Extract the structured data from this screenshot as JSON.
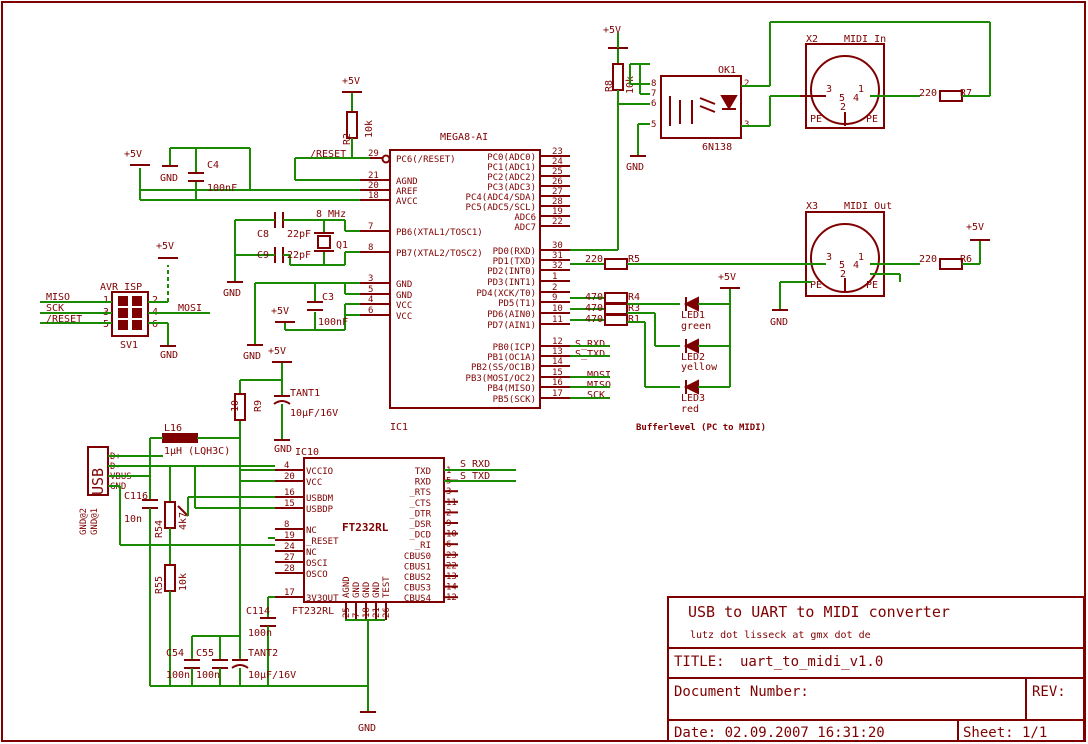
{
  "titleblock": {
    "heading": "USB to UART to MIDI converter",
    "email": "lutz dot lisseck at gmx dot de",
    "title_label": "TITLE:",
    "title_value": "uart_to_midi_v1.0",
    "docnum_label": "Document Number:",
    "rev_label": "REV:",
    "date_text": "Date: 02.09.2007 16:31:20",
    "sheet_text": "Sheet: 1/1"
  },
  "ic1": {
    "name": "MEGA8-AI",
    "ref": "IC1",
    "left_pins": [
      {
        "num": "29",
        "name": "PC6(/RESET)"
      },
      {
        "num": "21",
        "name": "AGND"
      },
      {
        "num": "20",
        "name": "AREF"
      },
      {
        "num": "18",
        "name": "AVCC"
      },
      {
        "num": "7",
        "name": "PB6(XTAL1/TOSC1)"
      },
      {
        "num": "8",
        "name": "PB7(XTAL2/TOSC2)"
      },
      {
        "num": "3",
        "name": "GND"
      },
      {
        "num": "5",
        "name": "GND"
      },
      {
        "num": "4",
        "name": "VCC"
      },
      {
        "num": "6",
        "name": "VCC"
      }
    ],
    "right_pins": [
      {
        "num": "23",
        "name": "PC0(ADC0)"
      },
      {
        "num": "24",
        "name": "PC1(ADC1)"
      },
      {
        "num": "25",
        "name": "PC2(ADC2)"
      },
      {
        "num": "26",
        "name": "PC3(ADC3)"
      },
      {
        "num": "27",
        "name": "PC4(ADC4/SDA)"
      },
      {
        "num": "28",
        "name": "PC5(ADC5/SCL)"
      },
      {
        "num": "19",
        "name": "ADC6"
      },
      {
        "num": "22",
        "name": "ADC7"
      },
      {
        "num": "30",
        "name": "PD0(RXD)"
      },
      {
        "num": "31",
        "name": "PD1(TXD)"
      },
      {
        "num": "32",
        "name": "PD2(INT0)"
      },
      {
        "num": "1",
        "name": "PD3(INT1)"
      },
      {
        "num": "2",
        "name": "PD4(XCK/T0)"
      },
      {
        "num": "9",
        "name": "PD5(T1)"
      },
      {
        "num": "10",
        "name": "PD6(AIN0)"
      },
      {
        "num": "11",
        "name": "PD7(AIN1)"
      },
      {
        "num": "12",
        "name": "PB0(ICP)"
      },
      {
        "num": "13",
        "name": "PB1(OC1A)"
      },
      {
        "num": "14",
        "name": "PB2(SS/OC1B)"
      },
      {
        "num": "15",
        "name": "PB3(MOSI/OC2)"
      },
      {
        "num": "16",
        "name": "PB4(MISO)"
      },
      {
        "num": "17",
        "name": "PB5(SCK)"
      }
    ],
    "net_labels": {
      "reset": "/RESET",
      "s_rxd": "S_RXD",
      "s_txd": "S_TXD",
      "mosi": "MOSI",
      "miso": "MISO",
      "sck": "SCK"
    }
  },
  "ic10": {
    "name": "FT232RL",
    "ref": "IC10",
    "part": "FT232RL",
    "left_pins": [
      {
        "num": "4",
        "name": "VCCIO"
      },
      {
        "num": "20",
        "name": "VCC"
      },
      {
        "num": "16",
        "name": "USBDM"
      },
      {
        "num": "15",
        "name": "USBDP"
      },
      {
        "num": "8",
        "name": "NC"
      },
      {
        "num": "19",
        "name": "_RESET"
      },
      {
        "num": "24",
        "name": "NC"
      },
      {
        "num": "27",
        "name": "OSCI"
      },
      {
        "num": "28",
        "name": "OSCO"
      },
      {
        "num": "17",
        "name": "3V3OUT"
      }
    ],
    "right_pins": [
      {
        "num": "1",
        "name": "TXD"
      },
      {
        "num": "5",
        "name": "RXD"
      },
      {
        "num": "3",
        "name": "_RTS"
      },
      {
        "num": "11",
        "name": "_CTS"
      },
      {
        "num": "2",
        "name": "_DTR"
      },
      {
        "num": "9",
        "name": "_DSR"
      },
      {
        "num": "10",
        "name": "_DCD"
      },
      {
        "num": "6",
        "name": "_RI"
      },
      {
        "num": "23",
        "name": "CBUS0"
      },
      {
        "num": "22",
        "name": "CBUS1"
      },
      {
        "num": "13",
        "name": "CBUS2"
      },
      {
        "num": "14",
        "name": "CBUS3"
      },
      {
        "num": "12",
        "name": "CBUS4"
      }
    ],
    "bottom_pins": [
      {
        "num": "25",
        "name": "AGND"
      },
      {
        "num": "7",
        "name": "GND"
      },
      {
        "num": "18",
        "name": "GND"
      },
      {
        "num": "21",
        "name": "GND"
      },
      {
        "num": "26",
        "name": "TEST"
      }
    ],
    "net_labels": {
      "s_rxd": "S_RXD",
      "s_txd": "S_TXD"
    }
  },
  "components": {
    "r2": {
      "ref": "R2",
      "value": "10k"
    },
    "c4": {
      "ref": "C4",
      "value": "100nF"
    },
    "c8": {
      "ref": "C8",
      "value": "22pF"
    },
    "c9": {
      "ref": "C9",
      "value": "22pF"
    },
    "q1": {
      "ref": "Q1",
      "value": "8 MHz"
    },
    "c3": {
      "ref": "C3",
      "value": "100nF"
    },
    "sv1": {
      "ref": "SV1",
      "value": "AVR ISP",
      "pins": [
        "1",
        "2",
        "3",
        "4",
        "5",
        "6"
      ],
      "signals": [
        "MISO",
        "SCK",
        "/RESET",
        "MOSI"
      ]
    },
    "r8": {
      "ref": "R8",
      "value": "10k"
    },
    "ok1": {
      "ref": "OK1",
      "value": "6N138",
      "pins": [
        "8",
        "7",
        "6",
        "5",
        "2",
        "3"
      ]
    },
    "x2": {
      "ref": "X2",
      "value": "MIDI In",
      "pins": [
        "3",
        "5",
        "1",
        "4",
        "2"
      ],
      "pe": "PE"
    },
    "r7": {
      "ref": "R7",
      "value": "220"
    },
    "x3": {
      "ref": "X3",
      "value": "MIDI Out",
      "pins": [
        "3",
        "5",
        "1",
        "4",
        "2"
      ],
      "pe": "PE"
    },
    "r6": {
      "ref": "R6",
      "value": "220"
    },
    "r5": {
      "ref": "R5",
      "value": "220"
    },
    "r4": {
      "ref": "R4",
      "value": "470"
    },
    "r3": {
      "ref": "R3",
      "value": "470"
    },
    "r1": {
      "ref": "R1",
      "value": "470"
    },
    "led1": {
      "ref": "LED1",
      "value": "green"
    },
    "led2": {
      "ref": "LED2",
      "value": "yellow"
    },
    "led3": {
      "ref": "LED3",
      "value": "red"
    },
    "buffer_caption": "Bufferlevel (PC to MIDI)",
    "r9": {
      "ref": "R9",
      "value": "10"
    },
    "tant1": {
      "ref": "TANT1",
      "value": "10µF/16V"
    },
    "l16": {
      "ref": "L16",
      "value": "1µH (LQH3C)"
    },
    "usb": {
      "ref": "USB",
      "pins": [
        "D+",
        "D-",
        "VBUS",
        "GND"
      ],
      "gnd_pins": [
        "GND@2",
        "GND@1"
      ]
    },
    "c116": {
      "ref": "C116",
      "value": "10n"
    },
    "r54": {
      "ref": "R54",
      "value": "4k7"
    },
    "r55": {
      "ref": "R55",
      "value": "10k"
    },
    "c114": {
      "ref": "C114",
      "value": "100n"
    },
    "c54": {
      "ref": "C54",
      "value": "100n"
    },
    "c55": {
      "ref": "C55",
      "value": "100n"
    },
    "tant2": {
      "ref": "TANT2",
      "value": "10µF/16V"
    }
  },
  "supply": {
    "vcc": "+5V",
    "gnd": "GND"
  }
}
